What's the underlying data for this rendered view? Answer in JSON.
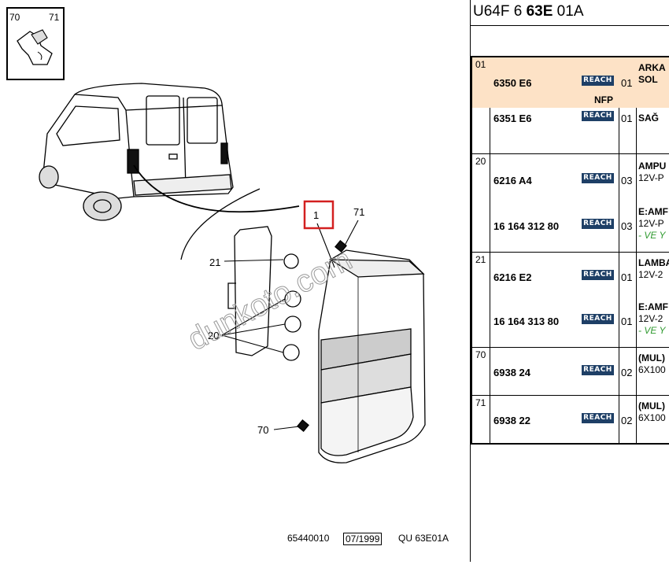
{
  "header": {
    "code_prefix": "U64F 6 ",
    "code_bold": "63E",
    "code_suffix": " 01A"
  },
  "diagram": {
    "callouts": {
      "c70_inset": "70",
      "c71_inset": "71",
      "c1": "1",
      "c71": "71",
      "c21": "21",
      "c20": "20",
      "c70": "70"
    },
    "watermark": "dunkoto.com",
    "footer": {
      "ref": "65440010",
      "date": "07/1999",
      "code": "QU 63E01A"
    }
  },
  "reach_label": "REACH",
  "groups": [
    {
      "num": "01",
      "rows": [
        {
          "part": "6350 E6",
          "qty": "01",
          "desc": [
            "ARKA",
            "SOL"
          ],
          "nfp": "NFP",
          "highlight": true
        },
        {
          "part": "6351 E6",
          "qty": "01",
          "desc": [
            "SAĞ"
          ]
        }
      ]
    },
    {
      "num": "20",
      "rows": [
        {
          "part": "6216 A4",
          "qty": "03",
          "desc": [
            "AMPU",
            "12V-P"
          ]
        },
        {
          "part": "16 164 312 80",
          "qty": "03",
          "desc": [
            "E:AMF",
            "12V-P",
            "- VE Y"
          ]
        }
      ]
    },
    {
      "num": "21",
      "rows": [
        {
          "part": "6216 E2",
          "qty": "01",
          "desc": [
            "LAMBA",
            "12V-2"
          ]
        },
        {
          "part": "16 164 313 80",
          "qty": "01",
          "desc": [
            "E:AMF",
            "12V-2",
            "- VE Y"
          ]
        }
      ]
    },
    {
      "num": "70",
      "rows": [
        {
          "part": "6938 24",
          "qty": "02",
          "desc": [
            "(MUL)",
            "6X100"
          ]
        }
      ]
    },
    {
      "num": "71",
      "rows": [
        {
          "part": "6938 22",
          "qty": "02",
          "desc": [
            "(MUL)",
            "6X100"
          ]
        }
      ]
    }
  ]
}
